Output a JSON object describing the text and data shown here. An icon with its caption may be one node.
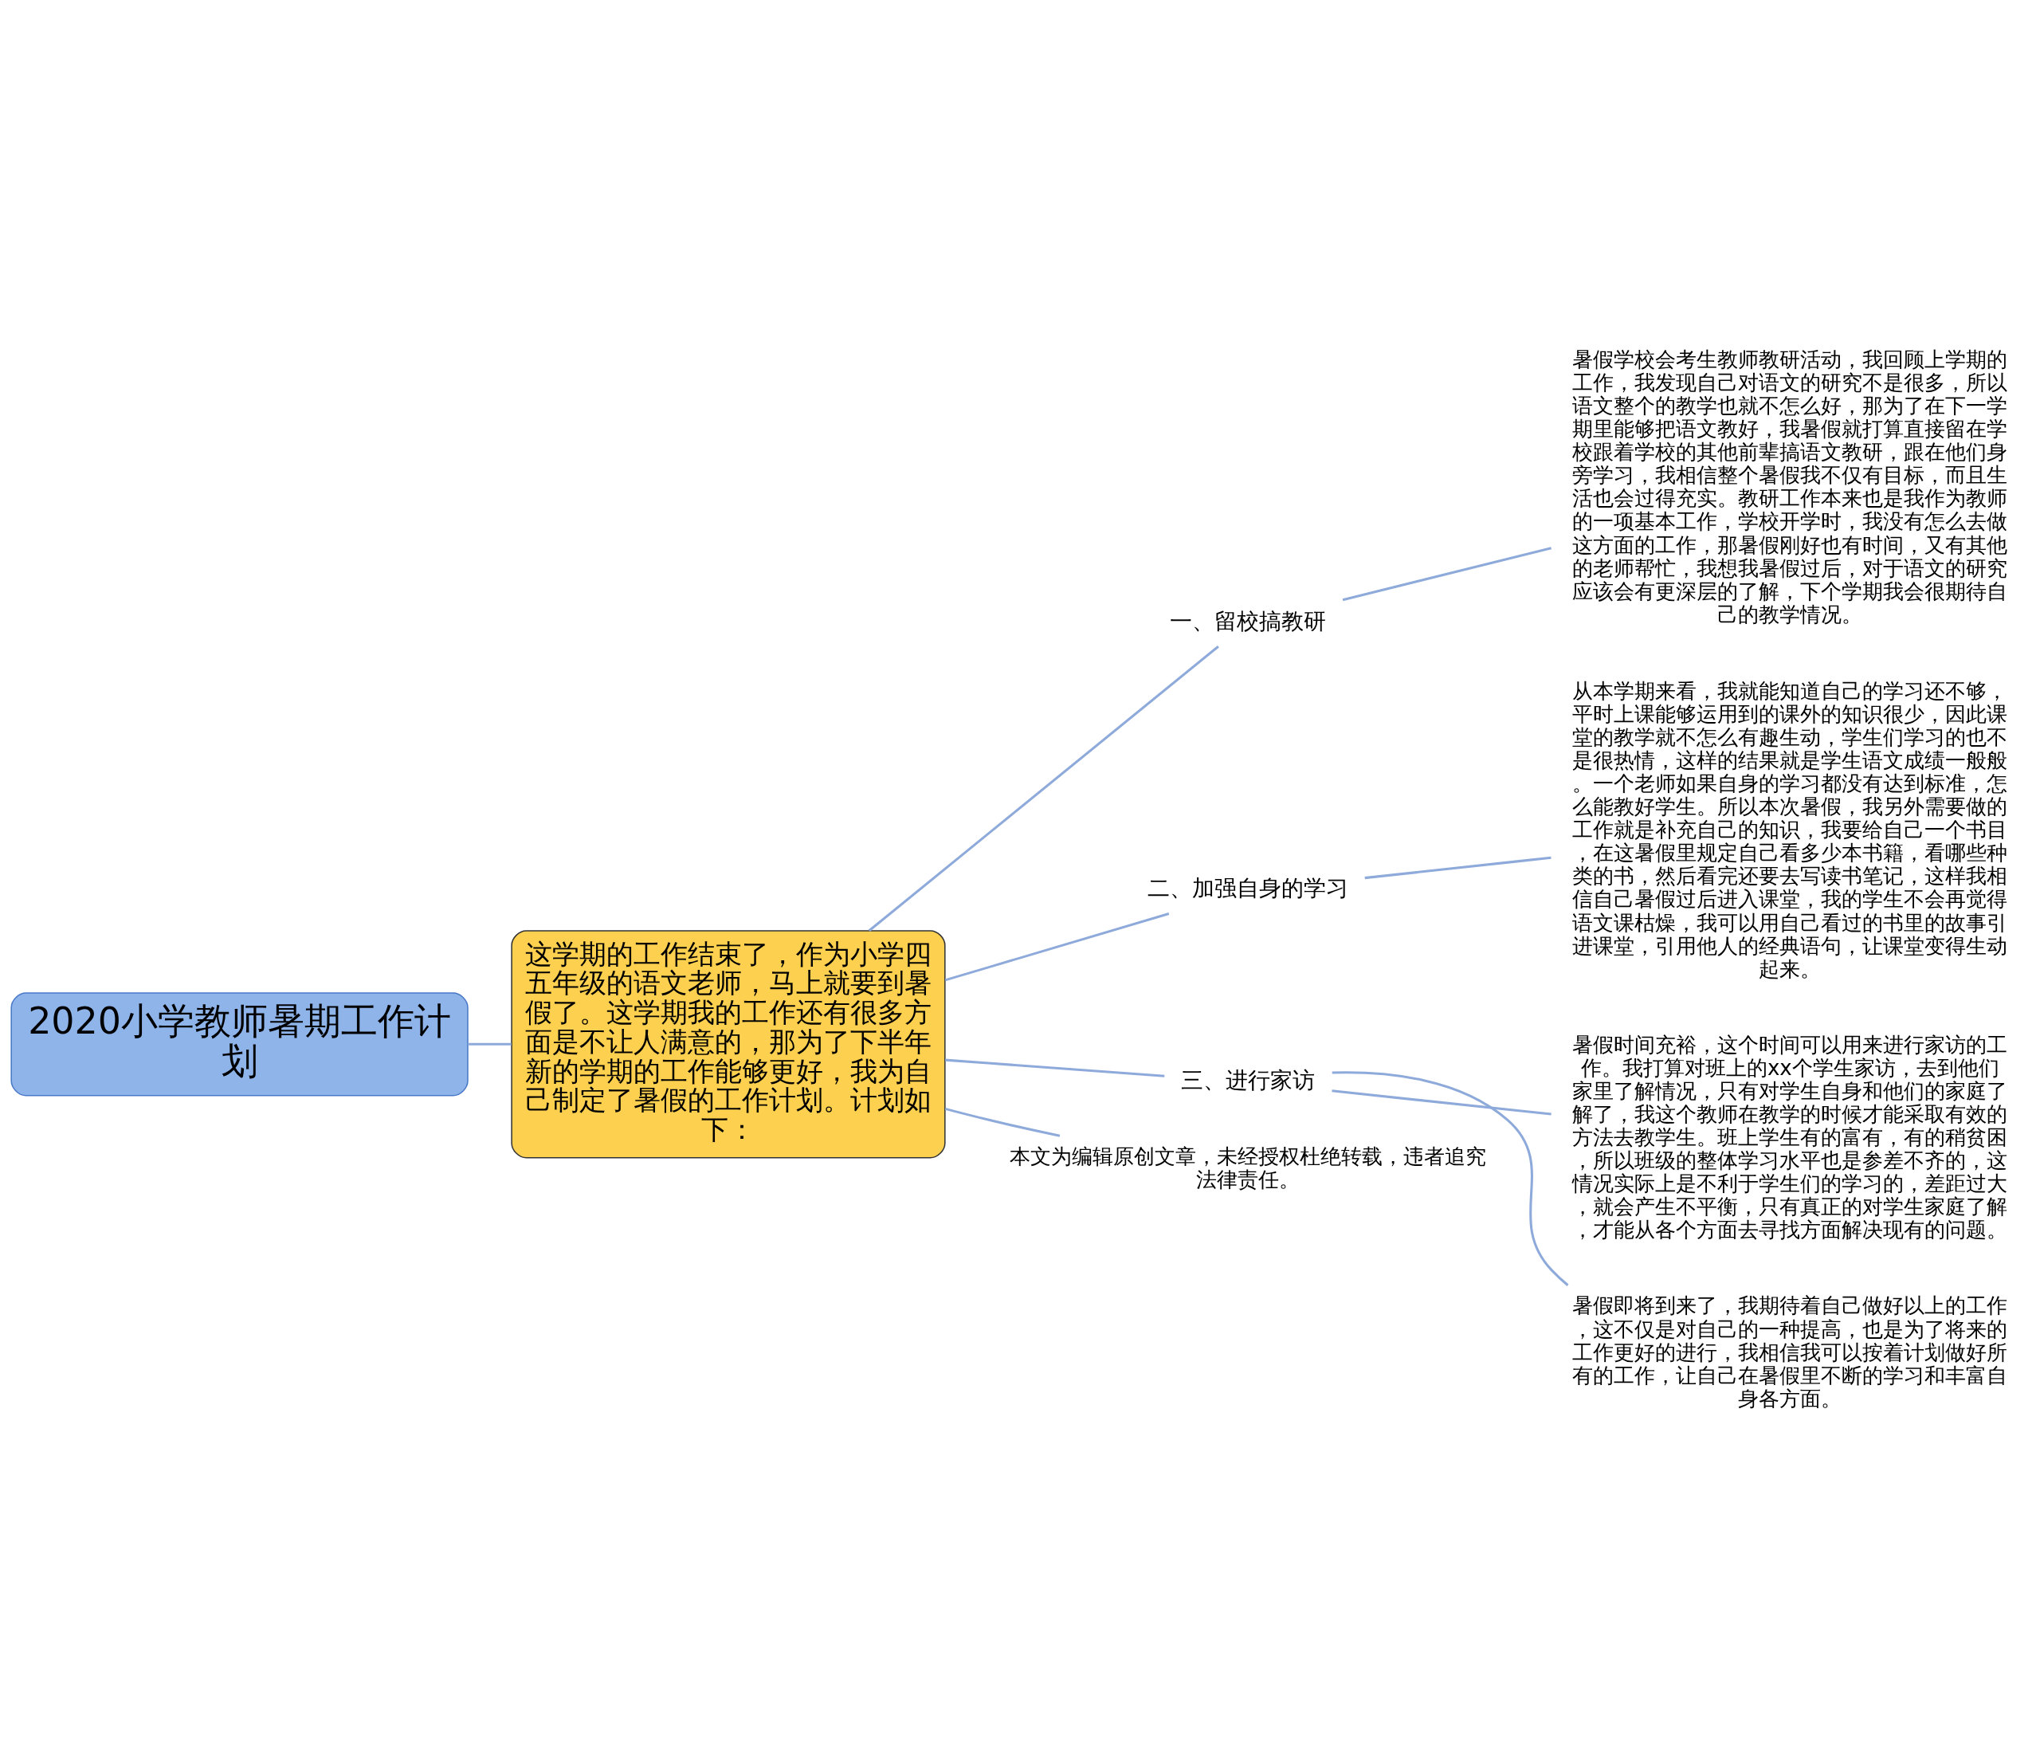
{
  "diagram": {
    "nodes": [
      {
        "text": [
          "2020小学教师暑期工作计划"
        ]
      },
      {
        "text": [
          "这学期的工作结束了，作为小学四五年级的语文老师，马上就要到暑假了。这学期我的工作还有很多方面是不让人满意的，那为了下半年新的学期的工作能够更好，我为自己制定了暑假的工作计划。计划如下："
        ]
      },
      {
        "text": [
          "一、留校搞教研"
        ]
      },
      {
        "text": [
          "暑假学校会考生教师教研活动，我回顾上学期的工作，我发现自己对语文的研究不是很多，所以语文整个的教学也就不怎么好，那为了在下一学期里能够把语文教好，我暑假就打算直接留在学校跟着学校的其他前辈搞语文教研，跟在他们身旁学习，我相信整个暑假我不仅有目标，而且生活也会过得充实。教研工作本来也是我作为教师的一项基本工作，学校开学时，我没有怎么去做这方面的工作，那暑假刚好也有时间，又有其他的老师帮忙，我想我暑假过后，对于语文的研究应该会有更深层的了解，下个学期我会很期待自己的教学情况。"
        ]
      },
      {
        "text": [
          "二、加强自身的学习"
        ]
      },
      {
        "text": [
          "从本学期来看，我就能知道自己的学习还不够，平时上课能够运用到的课外的知识很少，因此课堂的教学就不怎么有趣生动，学生们学习的也不是很热情，这样的结果就是学生语文成绩一般般。一个老师如果自身的学习都没有达到标准，怎么能教好学生。所以本次暑假，我另外需要做的工作就是补充自己的知识，我要给自己一个书目，在这暑假里规定自己看多少本书籍，看哪些种类的书，然后看完还要去写读书笔记，这样我相信自己暑假过后进入课堂，我的学生不会再觉得语文课枯燥，我可以用自己看过的书里的故事引进课堂，引用他人的经典语句，让课堂变得生动起来。"
        ]
      },
      {
        "text": [
          "三、进行家访"
        ]
      },
      {
        "text": [
          "暑假时间充裕，这个时间可以用来进行家访的工作。我打算对班上的xx个学生家访，去到他们家里了解情况，只有对学生自身和他们的家庭了解了，我这个教师在教学的时候才能采取有效的方法去教学生。班上学生有的富有，有的稍贫困，所以班级的整体学习水平也是参差不齐的，这情况实际上是不利于学生们的学习的，差距过大，就会产生不平衡，只有真正的对学生家庭了解，才能从各个方面去寻找方面解决现有的问题。"
        ]
      },
      {
        "text": [
          "暑假即将到来了，我期待着自己做好以上的工作，这不仅是对自己的一种提高，也是为了将来的工作更好的进行，我相信我可以按着计划做好所有的工作，让自己在暑假里不断的学习和丰富自身各方面。"
        ]
      },
      {
        "text": [
          "本文为编辑原创文章，未经授权杜绝转载，违者追究法律责任。"
        ]
      }
    ],
    "edges": [
      {
        "from": 0,
        "to": 1,
        "arrow": "none"
      },
      {
        "from": 1,
        "to": 2,
        "arrow": "none"
      },
      {
        "from": 2,
        "to": 3,
        "arrow": "none"
      },
      {
        "from": 1,
        "to": 4,
        "arrow": "none"
      },
      {
        "from": 4,
        "to": 5,
        "arrow": "none"
      },
      {
        "from": 1,
        "to": 6,
        "arrow": "none"
      },
      {
        "from": 6,
        "to": 7,
        "arrow": "none"
      },
      {
        "from": 6,
        "to": 8,
        "arrow": "none"
      },
      {
        "from": 1,
        "to": 9,
        "arrow": "none"
      }
    ]
  }
}
